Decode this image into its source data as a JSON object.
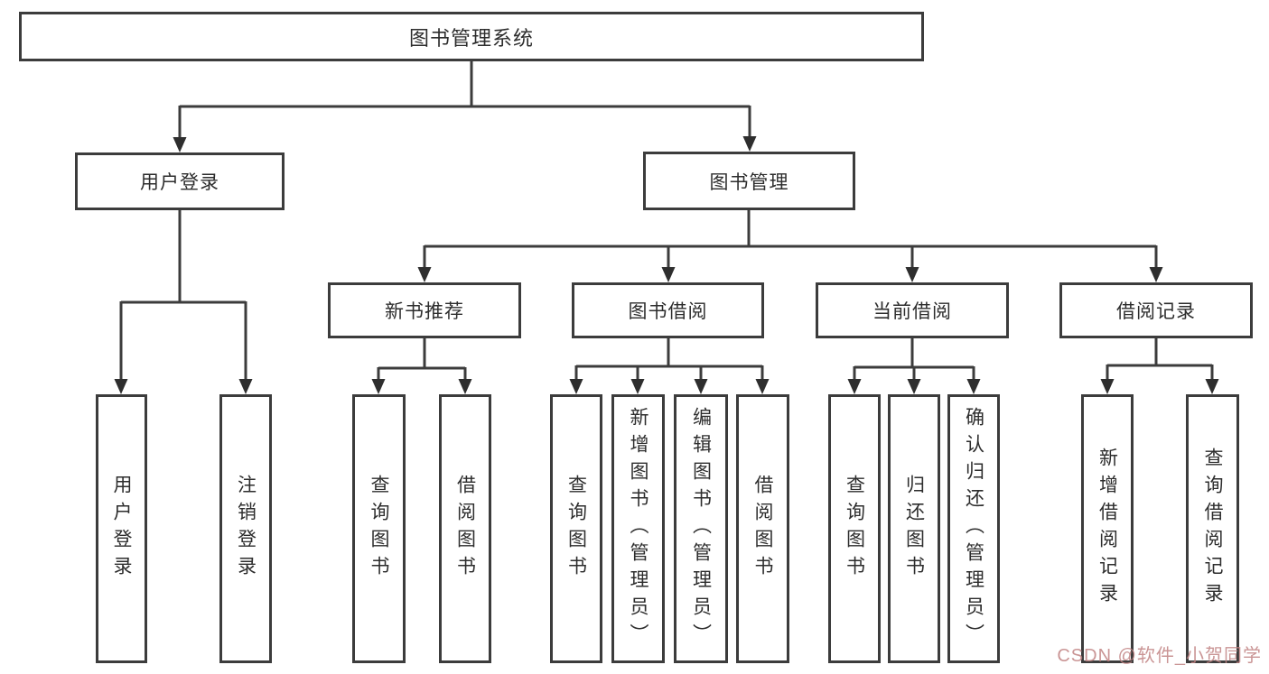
{
  "diagram": {
    "nodes": {
      "root": {
        "label": "图书管理系统"
      },
      "user_login": {
        "label": "用户登录",
        "children": [
          {
            "label": "用户登录"
          },
          {
            "label": "注销登录"
          }
        ]
      },
      "book_mgmt": {
        "label": "图书管理"
      },
      "new_books": {
        "label": "新书推荐",
        "children": [
          {
            "label": "查询图书"
          },
          {
            "label": "借阅图书"
          }
        ]
      },
      "book_borrow": {
        "label": "图书借阅",
        "children": [
          {
            "label": "查询图书"
          },
          {
            "label": "新增图书（管理员）"
          },
          {
            "label": "编辑图书（管理员）"
          },
          {
            "label": "借阅图书"
          }
        ]
      },
      "current_borrow": {
        "label": "当前借阅",
        "children": [
          {
            "label": "查询图书"
          },
          {
            "label": "归还图书"
          },
          {
            "label": "确认归还（管理员）"
          }
        ]
      },
      "borrow_records": {
        "label": "借阅记录",
        "children": [
          {
            "label": "新增借阅记录"
          },
          {
            "label": "查询借阅记录"
          }
        ]
      }
    }
  },
  "watermark": {
    "text": "CSDN @软件_小贺同学"
  },
  "colors": {
    "line": "#3c3c3c",
    "border": "#3c3c3c",
    "text": "#2d2d2d",
    "background": "#ffffff",
    "watermark": "#c18282"
  }
}
